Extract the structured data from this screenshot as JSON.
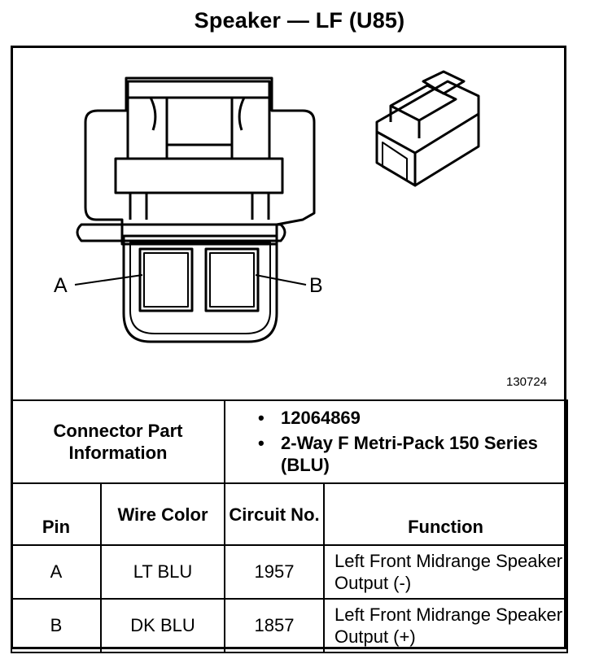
{
  "title": "Speaker — LF (U85)",
  "figure_number": "130724",
  "pin_labels": {
    "a": "A",
    "b": "B"
  },
  "connector_info": {
    "label": "Connector Part Information",
    "items": [
      "12064869",
      "2-Way F Metri-Pack 150 Series (BLU)"
    ]
  },
  "table": {
    "headers": {
      "pin": "Pin",
      "wire_color": "Wire Color",
      "circuit": "Circuit No.",
      "function": "Function"
    },
    "rows": [
      {
        "pin": "A",
        "wire_color": "LT BLU",
        "circuit": "1957",
        "function": "Left Front Midrange Speaker Output (-)"
      },
      {
        "pin": "B",
        "wire_color": "DK BLU",
        "circuit": "1857",
        "function": "Left Front Midrange Speaker Output (+)"
      }
    ]
  }
}
